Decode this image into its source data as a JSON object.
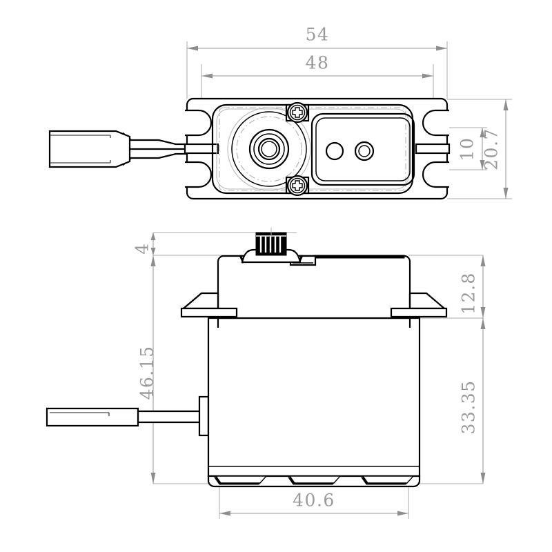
{
  "drawing": {
    "title": "Servo mechanical dimension drawing",
    "units": "mm",
    "line_color": "#000000",
    "dimension_color": "#9a9a9a",
    "background": "#ffffff",
    "views": [
      {
        "name": "top-view",
        "label": ""
      },
      {
        "name": "side-view",
        "label": ""
      }
    ]
  },
  "dimensions": {
    "top_view": {
      "overall_width": "54",
      "body_width": "48",
      "ear_slot_spacing": "10",
      "overall_depth": "20.7"
    },
    "side_view": {
      "spline_height": "4",
      "total_height": "46.15",
      "upper_case_height": "12.8",
      "lower_case_height": "33.35",
      "base_width": "40.6"
    }
  },
  "labels": {
    "d54": "54",
    "d48": "48",
    "d10": "10",
    "d207": "20.7",
    "d4": "4",
    "d4615": "46.15",
    "d128": "12.8",
    "d3335": "33.35",
    "d406": "40.6"
  }
}
